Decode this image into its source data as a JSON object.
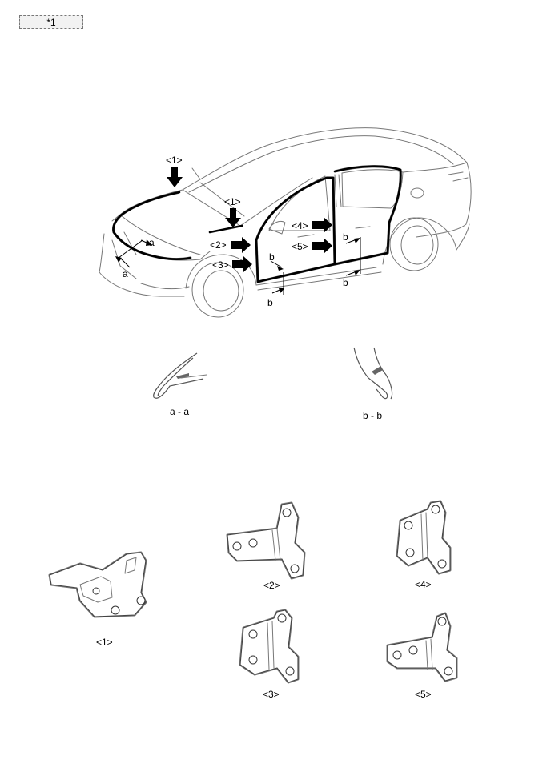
{
  "tag": {
    "label": "*1"
  },
  "callouts": {
    "c1_hood": "<1>",
    "c1_fender": "<1>",
    "c2": "<2>",
    "c3": "<3>",
    "c4": "<4>",
    "c5": "<5>"
  },
  "section_marks": {
    "a_upper": "a",
    "a_lower": "a",
    "b_front": "b",
    "b_front_lower": "b",
    "b_rear": "b",
    "b_rear_lower": "b"
  },
  "section_views": {
    "aa": "a - a",
    "bb": "b - b"
  },
  "parts": {
    "p1": "<1>",
    "p2": "<2>",
    "p3": "<3>",
    "p4": "<4>",
    "p5": "<5>"
  }
}
